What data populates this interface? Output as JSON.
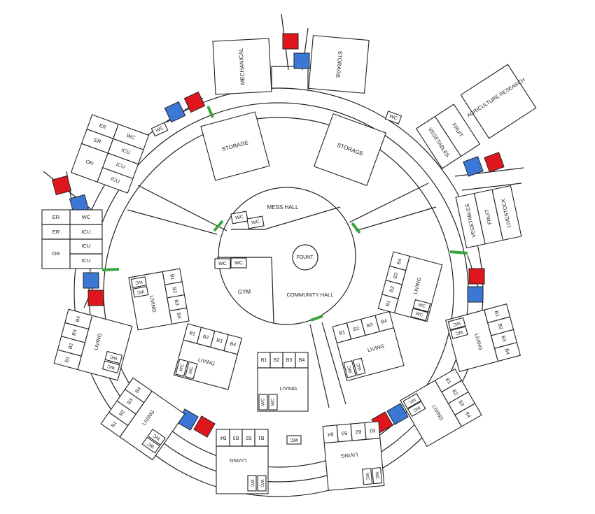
{
  "labels": {
    "mechanical": "MECHANICAL",
    "storage": "STORAGE",
    "agriculture_research": "AGRICULTURE RESEARCH",
    "vegetables": "VEGETABLES",
    "fruit": "FRUIT",
    "livestock": "LIVESTOCK",
    "mess_hall": "MESS HALL",
    "gym": "GYM",
    "community_hall": "COMMUNITY HALL",
    "fountain": "FOUNT.",
    "living": "LIVING",
    "wc": "WC",
    "er": "ER",
    "or": "OR",
    "icu": "ICU",
    "b1": "B1",
    "b2": "B2",
    "b3": "B3",
    "b4": "B4"
  },
  "colors": {
    "airlock_red": "#e0161e",
    "airlock_blue": "#3b78d6",
    "door_green": "#3aa53a",
    "line": "#222222"
  }
}
